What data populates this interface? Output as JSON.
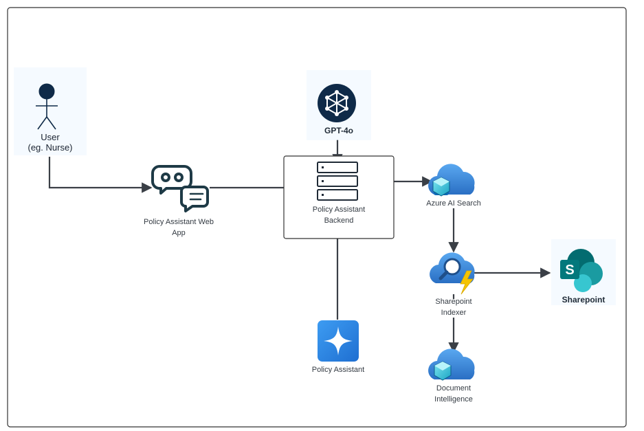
{
  "nodes": {
    "user": {
      "line1": "User",
      "line2": "(eg. Nurse)"
    },
    "web_app": {
      "line1": "Policy Assistant Web",
      "line2": "App"
    },
    "gpt": {
      "label": "GPT-4o"
    },
    "backend": {
      "line1": "Policy Assistant",
      "line2": "Backend"
    },
    "ai_search": {
      "label": "Azure AI Search"
    },
    "indexer": {
      "line1": "Sharepoint",
      "line2": "Indexer"
    },
    "sharepoint": {
      "label": "Sharepoint"
    },
    "policy_assistant": {
      "label": "Policy Assistant"
    },
    "doc_intel": {
      "line1": "Document",
      "line2": "Intelligence"
    }
  },
  "colors": {
    "user": "#0f2a48",
    "web_app_icon": "#1e3a46",
    "gpt_circle": "#0f2a48",
    "backend_icon": "#1f2a36",
    "azure_blue": "#2a7fd4",
    "azure_light": "#5aa8f0",
    "lightning": "#f5c400",
    "sharepoint_teal": "#1b8a8f",
    "sharepoint_dark": "#0b5e8a",
    "connector": "#3a3f46",
    "frame": "#333333"
  }
}
